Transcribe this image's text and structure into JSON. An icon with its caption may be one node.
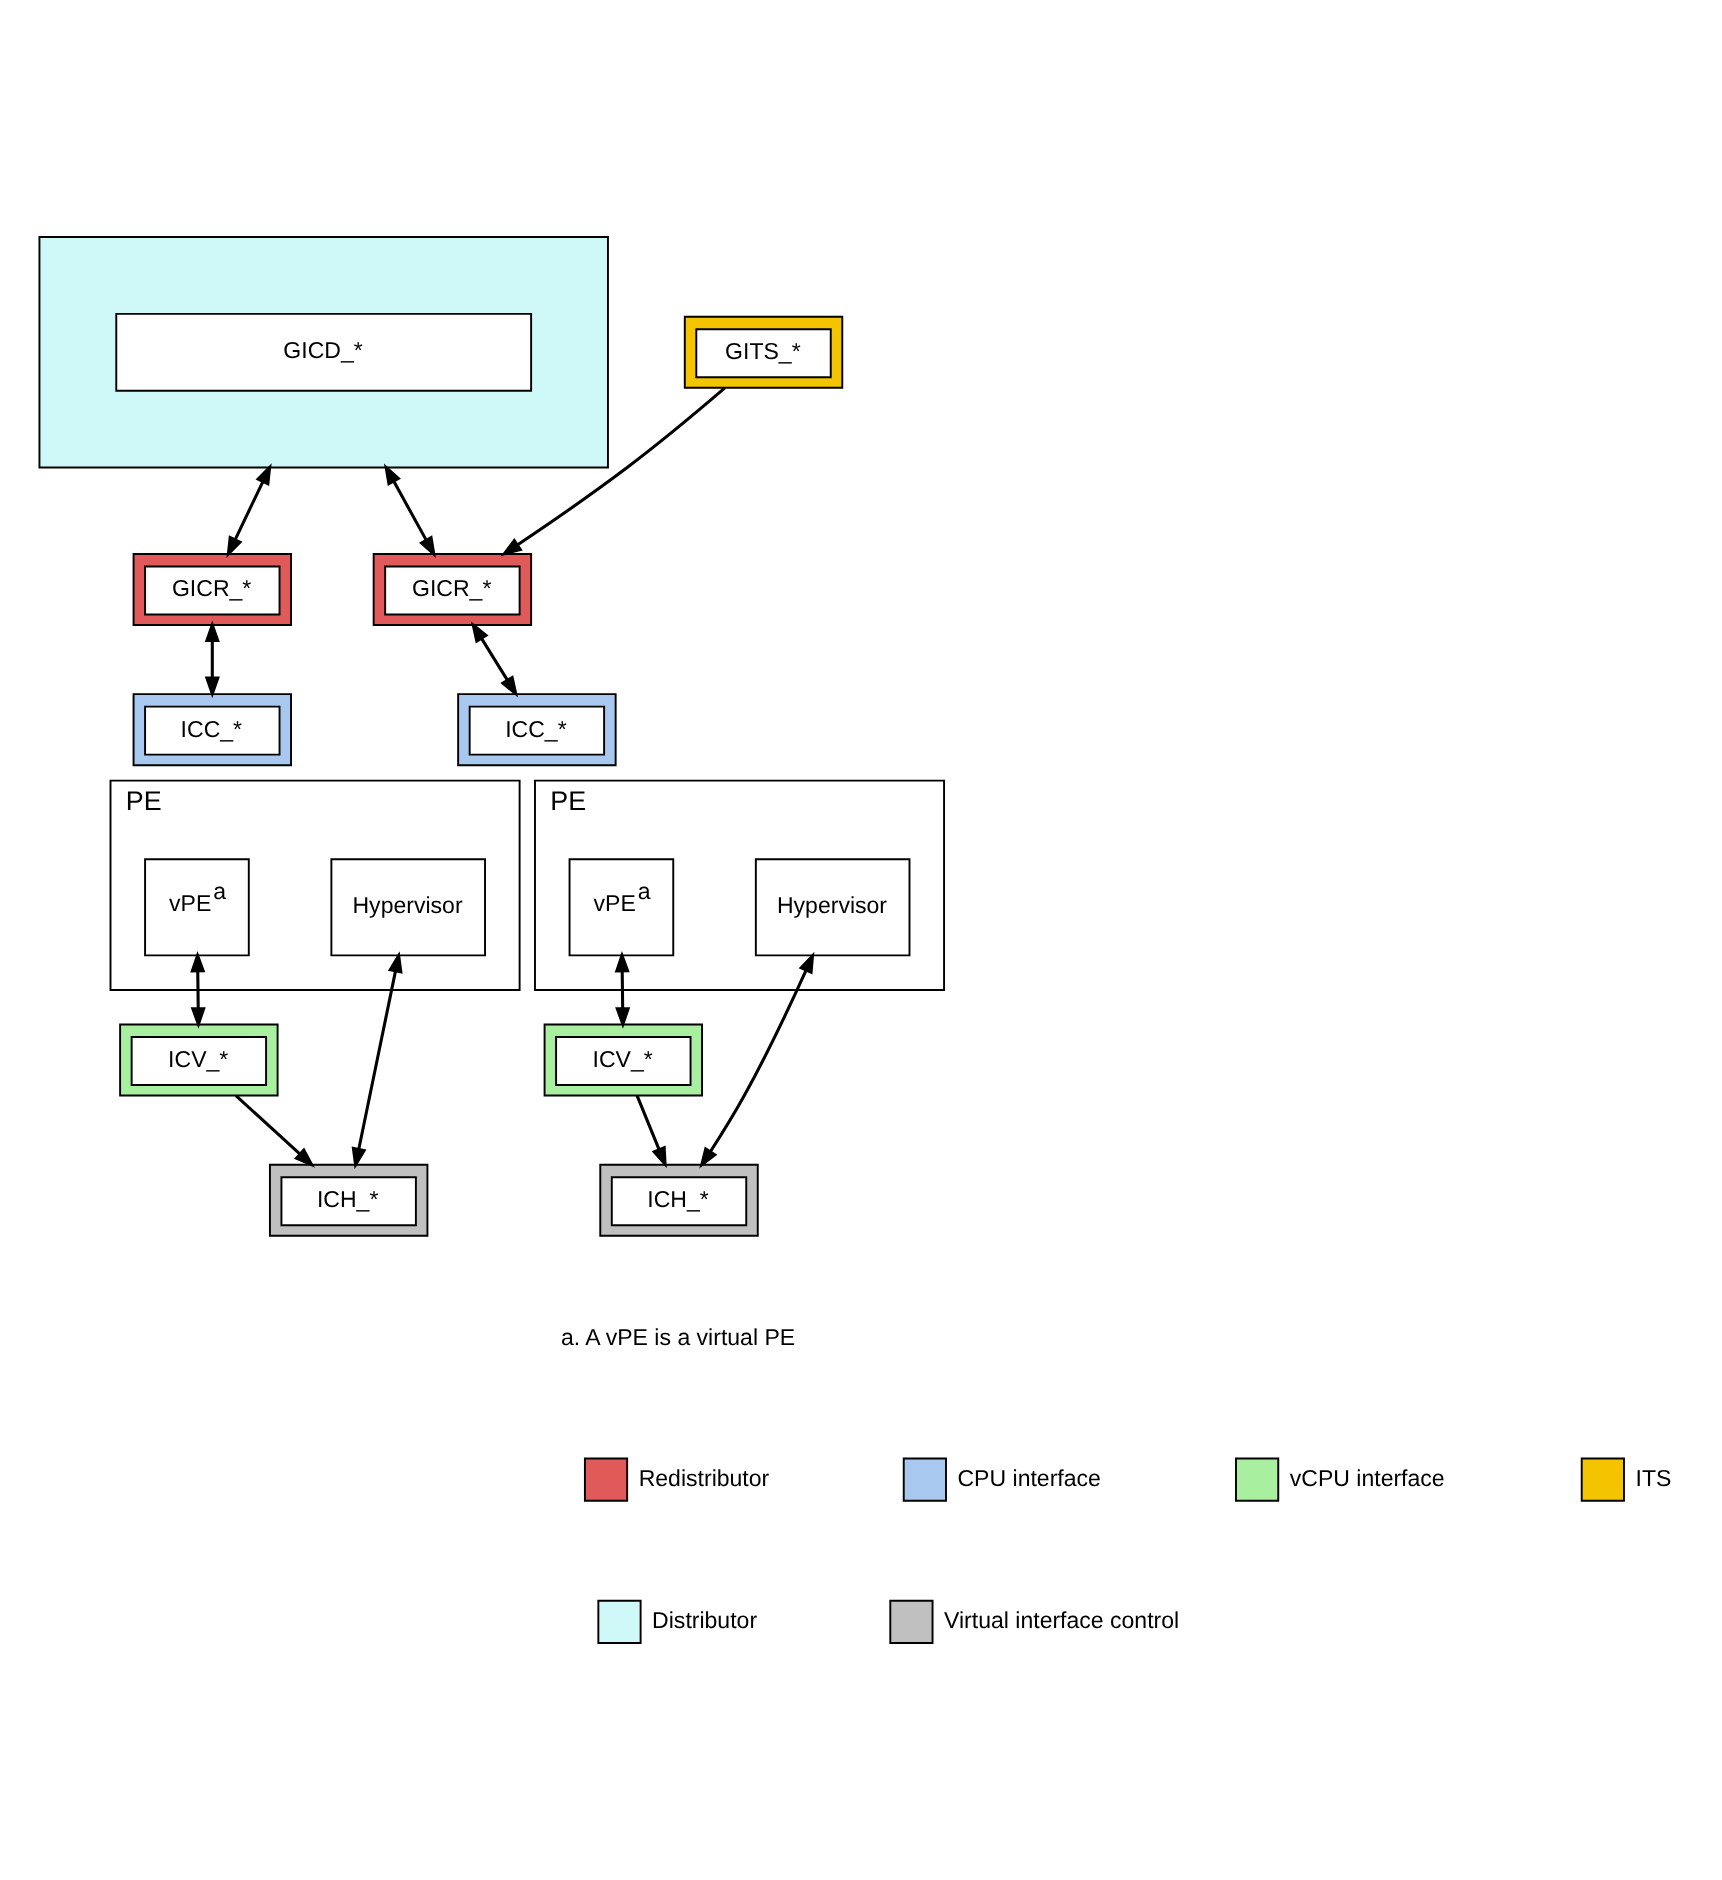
{
  "diagram": {
    "nodes": [
      {
        "text": [],
        "shape": "box"
      },
      {
        "text": [
          "GICD_*"
        ],
        "in": 0
      },
      {
        "text": [
          "GITS_*"
        ]
      },
      {
        "text": [
          "GICR_*"
        ]
      },
      {
        "text": [
          "ICC_*"
        ]
      },
      {
        "text": [
          "PE"
        ]
      },
      {
        "text": [
          "vPE$^{a}$"
        ],
        "in": 5
      },
      {
        "text": [
          "Hypervisor"
        ],
        "in": 5
      },
      {
        "text": [
          "ICV_*"
        ]
      },
      {
        "text": [
          "ICH_*"
        ]
      },
      {
        "text": [
          "GICR_*"
        ]
      },
      {
        "text": [
          "ICC_*"
        ]
      },
      {
        "text": [
          "PE"
        ]
      },
      {
        "text": [
          "vPE$^{a}$"
        ],
        "in": 12
      },
      {
        "text": [
          "Hypervisor"
        ],
        "in": 12
      },
      {
        "text": [
          "ICV_*"
        ]
      },
      {
        "text": [
          "ICH_*"
        ]
      }
    ],
    "edges": [
      {
        "from": 0,
        "to": 3,
        "arrow": "both"
      },
      {
        "from": 3,
        "to": 4,
        "arrow": "both"
      },
      {
        "from": 6,
        "to": 8,
        "arrow": "both"
      },
      {
        "from": 7,
        "to": 9,
        "arrow": "both"
      },
      {
        "from": 8,
        "to": 9,
        "arrow": "to"
      },
      {
        "from": 0,
        "to": 10,
        "arrow": "both"
      },
      {
        "from": 10,
        "to": 11,
        "arrow": "both"
      },
      {
        "from": 13,
        "to": 15,
        "arrow": "both"
      },
      {
        "from": 14,
        "to": 16,
        "arrow": "both"
      },
      {
        "from": 15,
        "to": 16,
        "arrow": "to"
      },
      {
        "from": 2,
        "to": 10,
        "arrow": "to"
      }
    ],
    "labels": [
      "a. A vPE is a virtual PE"
    ],
    "legend": [
      {
        "text": "Redistributor",
        "color": "#e05a5a"
      },
      {
        "text": "CPU interface",
        "color": "#a9c8f0"
      },
      {
        "text": "vCPU interface",
        "color": "#a8f0a0"
      },
      {
        "text": "ITS",
        "color": "#f5c400"
      },
      {
        "text": "Distributor",
        "color": "#cff9f9"
      },
      {
        "text": "Virtual interface control",
        "color": "#c0c0c0"
      }
    ]
  }
}
